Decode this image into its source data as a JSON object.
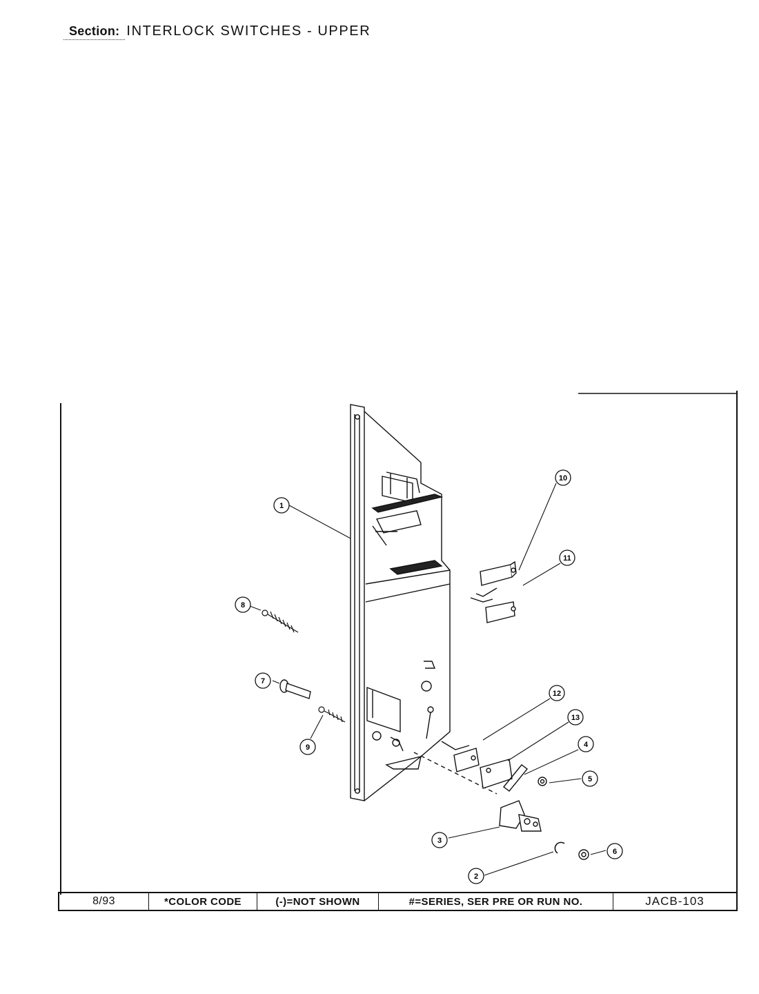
{
  "header": {
    "section_label": "Section:",
    "section_title": "INTERLOCK SWITCHES - UPPER"
  },
  "callouts": {
    "c1": "1",
    "c2": "2",
    "c3": "3",
    "c4": "4",
    "c5": "5",
    "c6": "6",
    "c7": "7",
    "c8": "8",
    "c9": "9",
    "c10": "10",
    "c11": "11",
    "c12": "12",
    "c13": "13"
  },
  "footer": {
    "date": "8/93",
    "color_code": "*COLOR CODE",
    "not_shown": "(-)=NOT SHOWN",
    "series": "#=SERIES, SER PRE OR RUN NO.",
    "code": "JACB-103"
  }
}
